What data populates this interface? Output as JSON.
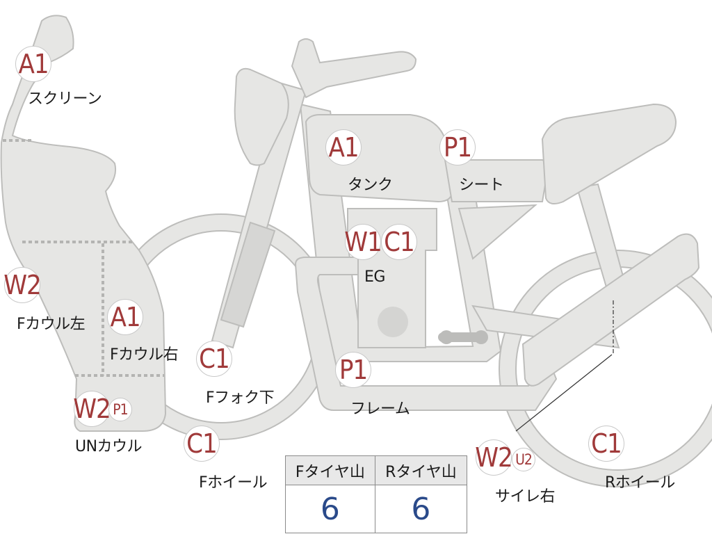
{
  "parts": {
    "screen": {
      "code": "A1",
      "name": "スクリーン"
    },
    "tank": {
      "code": "A1",
      "name": "タンク"
    },
    "seat": {
      "code": "P1",
      "name": "シート"
    },
    "engine": {
      "codes": [
        "W1",
        "C1"
      ],
      "name": "EG"
    },
    "f_cowl_left": {
      "code": "W2",
      "name": "Fカウル左"
    },
    "f_cowl_right": {
      "code": "A1",
      "name": "Fカウル右"
    },
    "f_fork_lower": {
      "code": "C1",
      "name": "Fフォク下"
    },
    "frame": {
      "code": "P1",
      "name": "フレーム"
    },
    "under_cowl": {
      "codes": [
        "W2",
        "P1"
      ],
      "name": "UNカウル"
    },
    "f_wheel": {
      "code": "C1",
      "name": "Fホイール"
    },
    "silencer_right": {
      "codes": [
        "W2",
        "U2"
      ],
      "name": "サイレ右"
    },
    "r_wheel": {
      "code": "C1",
      "name": "Rホイール"
    }
  },
  "tire_table": {
    "headers": [
      "Fタイヤ山",
      "Rタイヤ山"
    ],
    "values": [
      "6",
      "6"
    ]
  },
  "colors": {
    "part_fill": "#e6e6e4",
    "code_text": "#a03a3a",
    "value_text": "#2a4a8a"
  }
}
